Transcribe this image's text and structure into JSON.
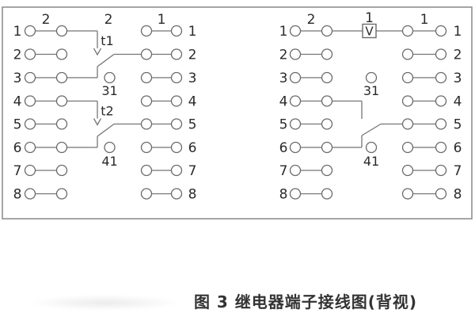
{
  "caption": "图 3  继电器端子接线图(背视)",
  "colors": {
    "wire": "#757575",
    "circle_stroke": "#6a6a6a",
    "text": "#2a2a2a",
    "border": "#8f8f8f",
    "background": "#ffffff"
  },
  "left_panel": {
    "row_numbers_left": [
      "1",
      "2",
      "3",
      "4",
      "5",
      "6",
      "7",
      "8"
    ],
    "row_numbers_right": [
      "1",
      "2",
      "3",
      "4",
      "5",
      "6",
      "7",
      "8"
    ],
    "header_left_pair": "2",
    "header_contact_col": "2",
    "header_right_pair": "1",
    "contact_top_label": "t1",
    "contact_bottom_label": "t2",
    "mid_terminal_top": "31",
    "mid_terminal_bottom": "41"
  },
  "right_panel": {
    "row_numbers_left": [
      "1",
      "2",
      "3",
      "4",
      "5",
      "6",
      "7",
      "8"
    ],
    "row_numbers_right": [
      "1",
      "2",
      "3",
      "4",
      "5",
      "6",
      "7",
      "8"
    ],
    "header_left_pair": "2",
    "header_meter": "1",
    "header_right_pair": "1",
    "meter_symbol": "V",
    "mid_terminal_top": "31",
    "mid_terminal_bottom": "41"
  }
}
